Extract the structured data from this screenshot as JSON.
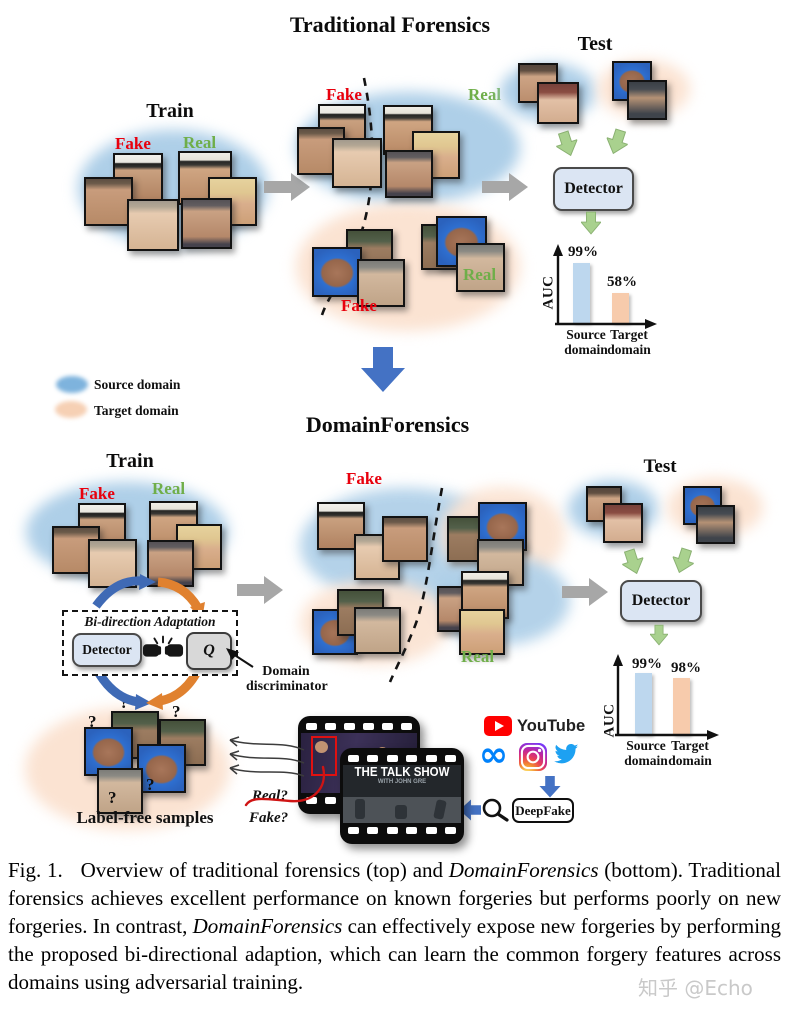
{
  "titles": {
    "traditional": "Traditional Forensics",
    "domainforensics": "DomainForensics"
  },
  "labels": {
    "train": "Train",
    "test": "Test",
    "fake": "Fake",
    "real": "Real",
    "detector": "Detector",
    "question_mark": "?"
  },
  "legend": {
    "source": "Source domain",
    "target": "Target domain"
  },
  "adaptation": {
    "title": "Bi-direction Adaptation",
    "detector": "Detector",
    "discriminator_symbol": "Q",
    "annotation_line1": "Domain",
    "annotation_line2": "discriminator"
  },
  "label_free": {
    "caption": "Label-free samples",
    "query_real": "Real?",
    "query_fake": "Fake?"
  },
  "media": {
    "film_title": "THE TALK SHOW",
    "film_subtitle": "WITH JOHN GRE",
    "youtube": "YouTube",
    "search_term": "DeepFake"
  },
  "icons": {
    "youtube": "youtube-play-icon",
    "meta": "meta-infinity-icon",
    "instagram": "instagram-camera-icon",
    "twitter": "twitter-bird-icon",
    "search": "magnifier-icon",
    "fists": "adversarial-fists-icon"
  },
  "chart_data": [
    {
      "type": "bar",
      "title": "Traditional forensics test performance",
      "ylabel": "AUC",
      "categories": [
        "Source domain",
        "Target domain"
      ],
      "values": [
        99,
        58
      ],
      "value_labels": [
        "99%",
        "58%"
      ],
      "colors": [
        "#bdd7ee",
        "#f7cbac"
      ],
      "ylim": [
        0,
        100
      ],
      "grid": false,
      "legend": "none"
    },
    {
      "type": "bar",
      "title": "DomainForensics test performance",
      "ylabel": "AUC",
      "categories": [
        "Source domain",
        "Target domain"
      ],
      "values": [
        99,
        98
      ],
      "value_labels": [
        "99%",
        "98%"
      ],
      "colors": [
        "#bdd7ee",
        "#f7cbac"
      ],
      "ylim": [
        0,
        100
      ],
      "grid": false,
      "legend": "none"
    }
  ],
  "caption": {
    "fig_label": "Fig. 1.",
    "part1": "Overview of traditional forensics (top) and",
    "italic1": "DomainForensics",
    "part2": "(bottom). Traditional forensics achieves excellent performance on known forgeries but performs poorly on new forgeries. In contrast,",
    "italic2": "DomainForensics",
    "part3": "can effectively expose new forgeries by performing the proposed bi-directional adaption, which can learn the common forgery features across domains using adversarial training."
  },
  "watermark": "知乎 @Echo",
  "colors": {
    "source_blob": "#aecfe8",
    "target_blob": "#fbe3d2",
    "bar_blue": "#bdd7ee",
    "bar_orange": "#f7cbac",
    "green_arrow": "#a9d18e",
    "gray_arrow": "#a7a7a7",
    "blue_arrow": "#4472c4",
    "fake_red": "#e8000d",
    "real_green": "#6fae49",
    "youtube_red": "#ff0000",
    "meta_blue": "#0082fb",
    "twitter_blue": "#1da1f2"
  }
}
